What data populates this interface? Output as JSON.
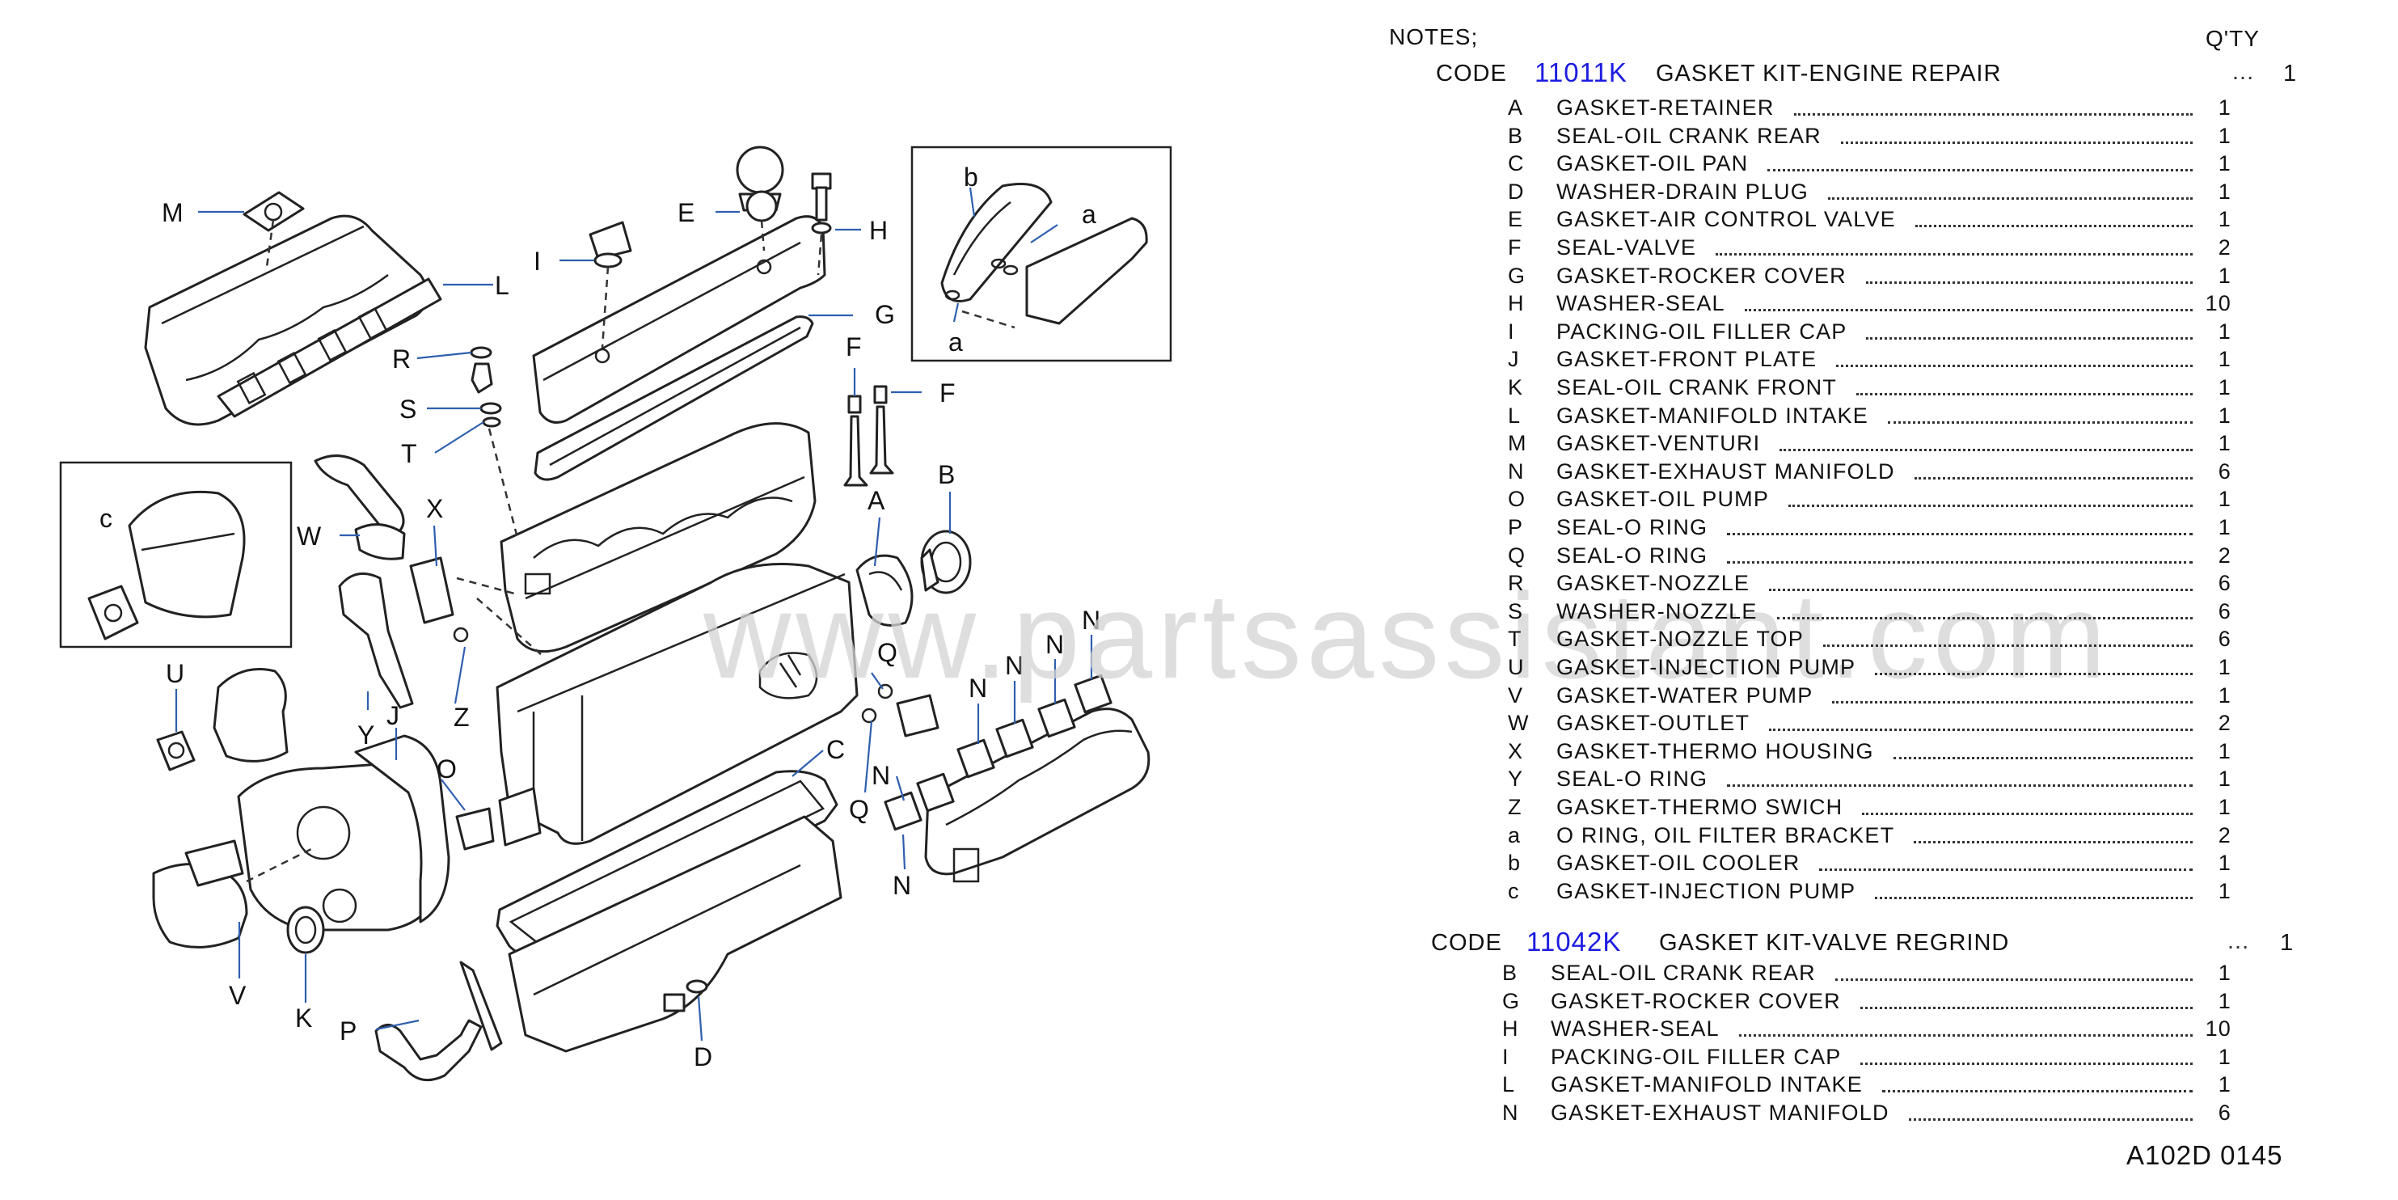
{
  "notes": {
    "title": "NOTES;",
    "qty_header": "Q'TY"
  },
  "kits": [
    {
      "code_word": "CODE",
      "code": "11011K",
      "title": "GASKET  KIT-ENGINE  REPAIR",
      "dots": "...",
      "qty": "1",
      "items": [
        {
          "key": "A",
          "name": "GASKET-RETAINER",
          "qty": "1"
        },
        {
          "key": "B",
          "name": "SEAL-OIL  CRANK  REAR",
          "qty": "1"
        },
        {
          "key": "C",
          "name": "GASKET-OIL  PAN",
          "qty": "1"
        },
        {
          "key": "D",
          "name": "WASHER-DRAIN  PLUG",
          "qty": "1"
        },
        {
          "key": "E",
          "name": "GASKET-AIR  CONTROL  VALVE",
          "qty": "1"
        },
        {
          "key": "F",
          "name": "SEAL-VALVE",
          "qty": "2"
        },
        {
          "key": "G",
          "name": "GASKET-ROCKER  COVER",
          "qty": "1"
        },
        {
          "key": "H",
          "name": "WASHER-SEAL",
          "qty": "10"
        },
        {
          "key": "I",
          "name": "PACKING-OIL  FILLER  CAP",
          "qty": "1"
        },
        {
          "key": "J",
          "name": "GASKET-FRONT  PLATE",
          "qty": "1"
        },
        {
          "key": "K",
          "name": "SEAL-OIL  CRANK  FRONT",
          "qty": "1"
        },
        {
          "key": "L",
          "name": "GASKET-MANIFOLD  INTAKE",
          "qty": "1"
        },
        {
          "key": "M",
          "name": "GASKET-VENTURI",
          "qty": "1"
        },
        {
          "key": "N",
          "name": "GASKET-EXHAUST  MANIFOLD",
          "qty": "6"
        },
        {
          "key": "O",
          "name": "GASKET-OIL  PUMP",
          "qty": "1"
        },
        {
          "key": "P",
          "name": "SEAL-O  RING",
          "qty": "1"
        },
        {
          "key": "Q",
          "name": "SEAL-O  RING",
          "qty": "2"
        },
        {
          "key": "R",
          "name": "GASKET-NOZZLE",
          "qty": "6"
        },
        {
          "key": "S",
          "name": "WASHER-NOZZLE",
          "qty": "6"
        },
        {
          "key": "T",
          "name": "GASKET-NOZZLE  TOP",
          "qty": "6"
        },
        {
          "key": "U",
          "name": "GASKET-INJECTION  PUMP",
          "qty": "1"
        },
        {
          "key": "V",
          "name": "GASKET-WATER  PUMP",
          "qty": "1"
        },
        {
          "key": "W",
          "name": "GASKET-OUTLET",
          "qty": "2"
        },
        {
          "key": "X",
          "name": "GASKET-THERMO  HOUSING",
          "qty": "1"
        },
        {
          "key": "Y",
          "name": "SEAL-O  RING",
          "qty": "1"
        },
        {
          "key": "Z",
          "name": "GASKET-THERMO  SWICH",
          "qty": "1"
        },
        {
          "key": "a",
          "name": "O  RING,  OIL  FILTER  BRACKET",
          "qty": "2"
        },
        {
          "key": "b",
          "name": "GASKET-OIL  COOLER",
          "qty": "1"
        },
        {
          "key": "c",
          "name": "GASKET-INJECTION  PUMP",
          "qty": "1"
        }
      ]
    },
    {
      "code_word": "CODE",
      "code": "11042K",
      "title": "GASKET  KIT-VALVE  REGRIND",
      "dots": "...",
      "qty": "1",
      "items": [
        {
          "key": "B",
          "name": "SEAL-OIL  CRANK  REAR",
          "qty": "1"
        },
        {
          "key": "G",
          "name": "GASKET-ROCKER  COVER",
          "qty": "1"
        },
        {
          "key": "H",
          "name": "WASHER-SEAL",
          "qty": "10"
        },
        {
          "key": "I",
          "name": "PACKING-OIL  FILLER  CAP",
          "qty": "1"
        },
        {
          "key": "L",
          "name": "GASKET-MANIFOLD  INTAKE",
          "qty": "1"
        },
        {
          "key": "N",
          "name": "GASKET-EXHAUST  MANIFOLD",
          "qty": "6"
        }
      ]
    }
  ],
  "diagram": {
    "callouts": {
      "M": "M",
      "L": "L",
      "E": "E",
      "H": "H",
      "I": "I",
      "G": "G",
      "R": "R",
      "S": "S",
      "T": "T",
      "F1": "F",
      "F2": "F",
      "A": "A",
      "B": "B",
      "W": "W",
      "X": "X",
      "c": "c",
      "U": "U",
      "Y": "Y",
      "J": "J",
      "Z": "Z",
      "O": "O",
      "C": "C",
      "Q1": "Q",
      "Q2": "Q",
      "N1": "N",
      "N2": "N",
      "N3": "N",
      "N4": "N",
      "N5": "N",
      "N6": "N",
      "V": "V",
      "K": "K",
      "P": "P",
      "D": "D",
      "b": "b",
      "a1": "a",
      "a2": "a"
    }
  },
  "watermark": "www.partsassistant.com",
  "reference": "A102D   0145",
  "colors": {
    "code_number": "#1c1ce0",
    "leader_lines": "#2f5fae",
    "watermark": "#d4d4d4"
  }
}
